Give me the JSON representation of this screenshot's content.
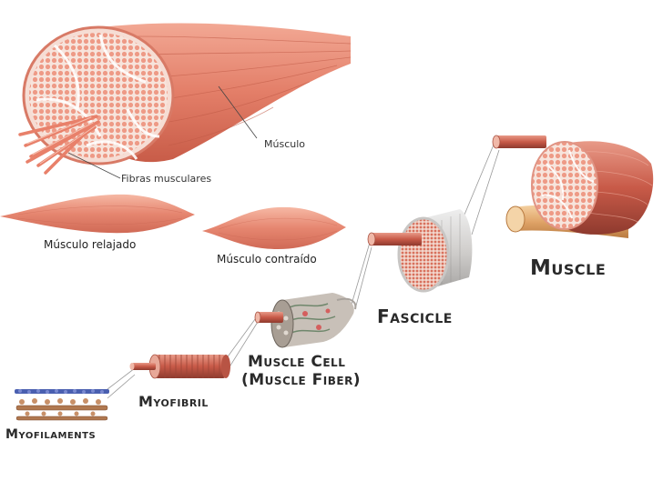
{
  "labels": {
    "musculo": "Músculo",
    "fibras": "Fibras musculares",
    "relajado": "Músculo relajado",
    "contraido": "Músculo contraído",
    "muscle": "Muscle",
    "fascicle": "Fascicle",
    "muscle_cell_1": "Muscle Cell",
    "muscle_cell_2": "(Muscle Fiber)",
    "myofibril": "Myofibril",
    "myofilaments": "Myofilaments"
  },
  "colors": {
    "muscle": "#e8907a",
    "muscle_dark": "#c8604c",
    "muscle_light": "#f4c0b0",
    "fascicle_sheath": "#d8d6d4",
    "bone": "#e8b07a",
    "myofilament_blue": "#4a5fb0",
    "myofilament_brown": "#b07850"
  }
}
